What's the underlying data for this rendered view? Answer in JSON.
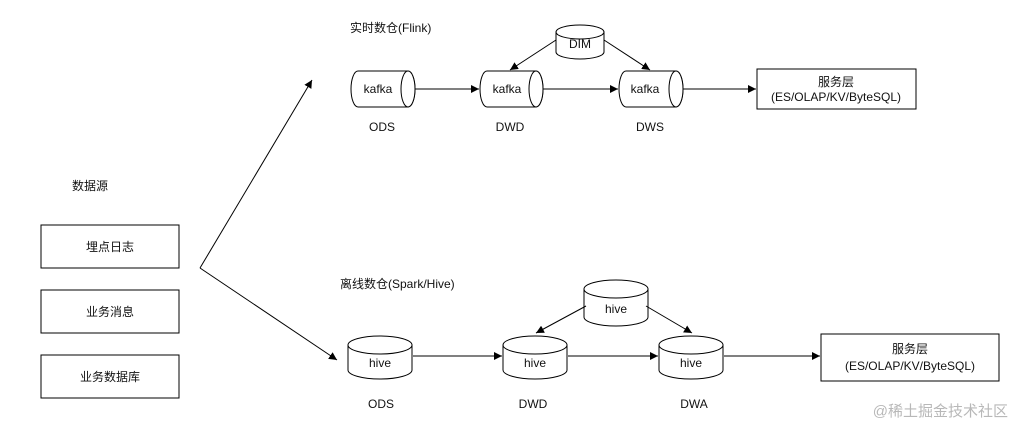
{
  "source_section": {
    "title": "数据源",
    "items": [
      "埋点日志",
      "业务消息",
      "业务数据库"
    ]
  },
  "realtime": {
    "title": "实时数仓(Flink)",
    "dim_label": "DIM",
    "queue_label": "kafka",
    "layers": [
      "ODS",
      "DWD",
      "DWS"
    ],
    "service_title": "服务层",
    "service_sub": "(ES/OLAP/KV/ByteSQL)"
  },
  "offline": {
    "title": "离线数仓(Spark/Hive)",
    "dim_label": "hive",
    "table_label": "hive",
    "layers": [
      "ODS",
      "DWD",
      "DWA"
    ],
    "service_title": "服务层",
    "service_sub": "(ES/OLAP/KV/ByteSQL)"
  },
  "watermark": "@稀土掘金技术社区"
}
